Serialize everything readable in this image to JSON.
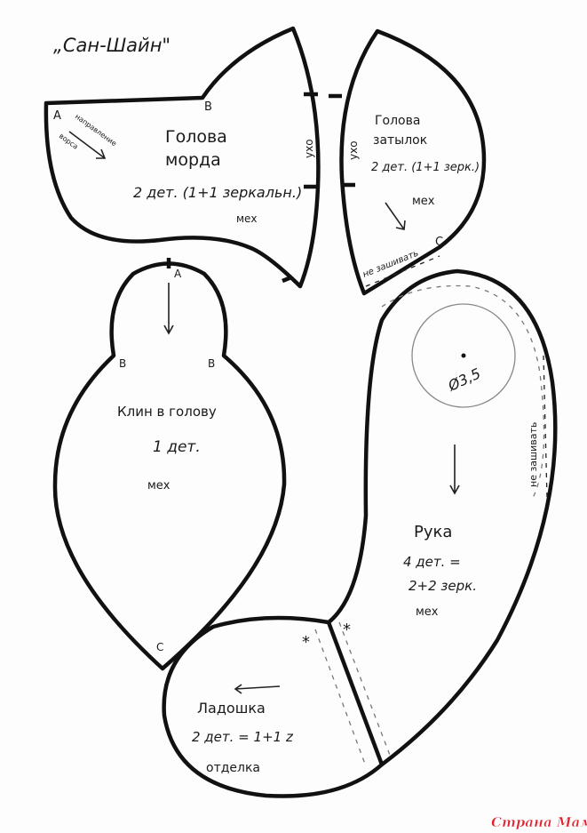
{
  "title": "„Сан-Шайн\"",
  "pieces": {
    "muzzle": {
      "name1": "Голова",
      "name2": "морда",
      "count": "2 дет. (1+1 зеркальн.)",
      "material": "мех",
      "point_a": "А",
      "point_b": "В",
      "nap1": "направление",
      "nap2": "ворса",
      "ear": "ухо"
    },
    "back": {
      "name1": "Голова",
      "name2": "затылок",
      "count": "2 дет. (1+1 зерк.)",
      "material": "мех",
      "ear": "ухо",
      "no_sew": "не зашивать",
      "point_c": "С"
    },
    "wedge": {
      "name": "Клин в голову",
      "count": "1 дет.",
      "material": "мех",
      "point_a": "А",
      "point_b1": "В",
      "point_b2": "В",
      "point_c": "С"
    },
    "arm": {
      "name": "Рука",
      "count1": "4 дет. =",
      "count2": "2+2 зерк.",
      "material": "мех",
      "no_sew": "не зашивать",
      "circle": "Ø3,5",
      "star": "*"
    },
    "palm": {
      "name": "Ладошка",
      "count": "2 дет. = 1+1 z",
      "material": "отделка",
      "star": "*"
    }
  },
  "watermark": "Страна Мам"
}
